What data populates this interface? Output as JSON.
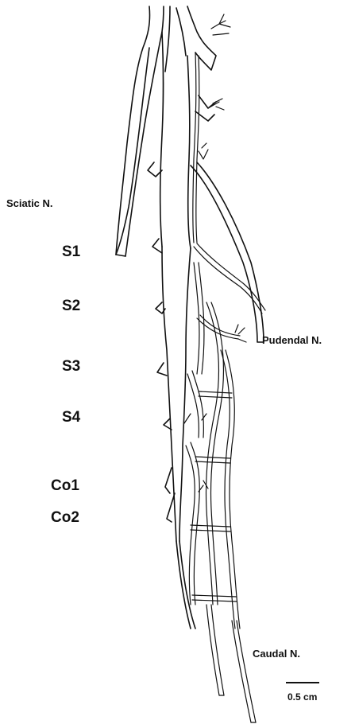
{
  "labels": {
    "sciatic": "Sciatic N.",
    "s1": "S1",
    "s2": "S2",
    "s3": "S3",
    "s4": "S4",
    "co1": "Co1",
    "co2": "Co2",
    "pudendal": "Pudendal N.",
    "caudal": "Caudal N."
  },
  "scale_bar": {
    "text": "0.5 cm"
  }
}
